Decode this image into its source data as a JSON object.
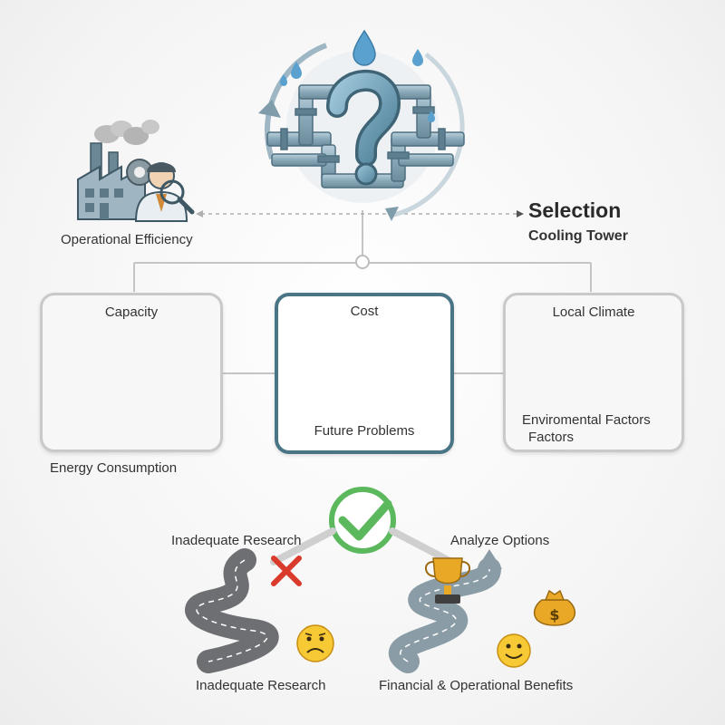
{
  "header": {
    "title": "Selection",
    "subtitle": "Cooling Tower",
    "left_label": "Operational Efficiency"
  },
  "cards": {
    "capacity": {
      "title": "Capacity",
      "caption": "Energy Consumption"
    },
    "cost": {
      "title": "Cost",
      "caption": "Future Problems"
    },
    "climate": {
      "title": "Local Climate",
      "caption_line1": "Enviromental Factors",
      "caption_line2": "Factors"
    }
  },
  "paths": {
    "bad_top": "Inadequate Research",
    "bad_bottom": "Inadequate Research",
    "good_top": "Analyze Options",
    "good_bottom": "Financial & Operational Benefits"
  },
  "icons": {
    "question": "question-mark-icon",
    "factory": "factory-icon",
    "engineer": "engineer-icon",
    "fan": "cooling-fan-icon",
    "bulb": "light-bulb-icon",
    "toolbox": "toolbox-icon",
    "coins": "coins-icon",
    "sun_cloud": "sun-cloud-rain-icon",
    "globe": "globe-icon",
    "check": "check-mark-icon",
    "cross": "cross-mark-icon",
    "trophy": "trophy-icon",
    "money_bag": "money-bag-icon",
    "sad": "sad-face-icon",
    "happy": "happy-face-icon"
  },
  "colors": {
    "pipe": "#8aa9b8",
    "pipe_dark": "#4e6f80",
    "accent_red": "#d93a2b",
    "accent_green": "#5cb85c",
    "card_highlight": "#4a7587",
    "gold": "#e9a826"
  }
}
